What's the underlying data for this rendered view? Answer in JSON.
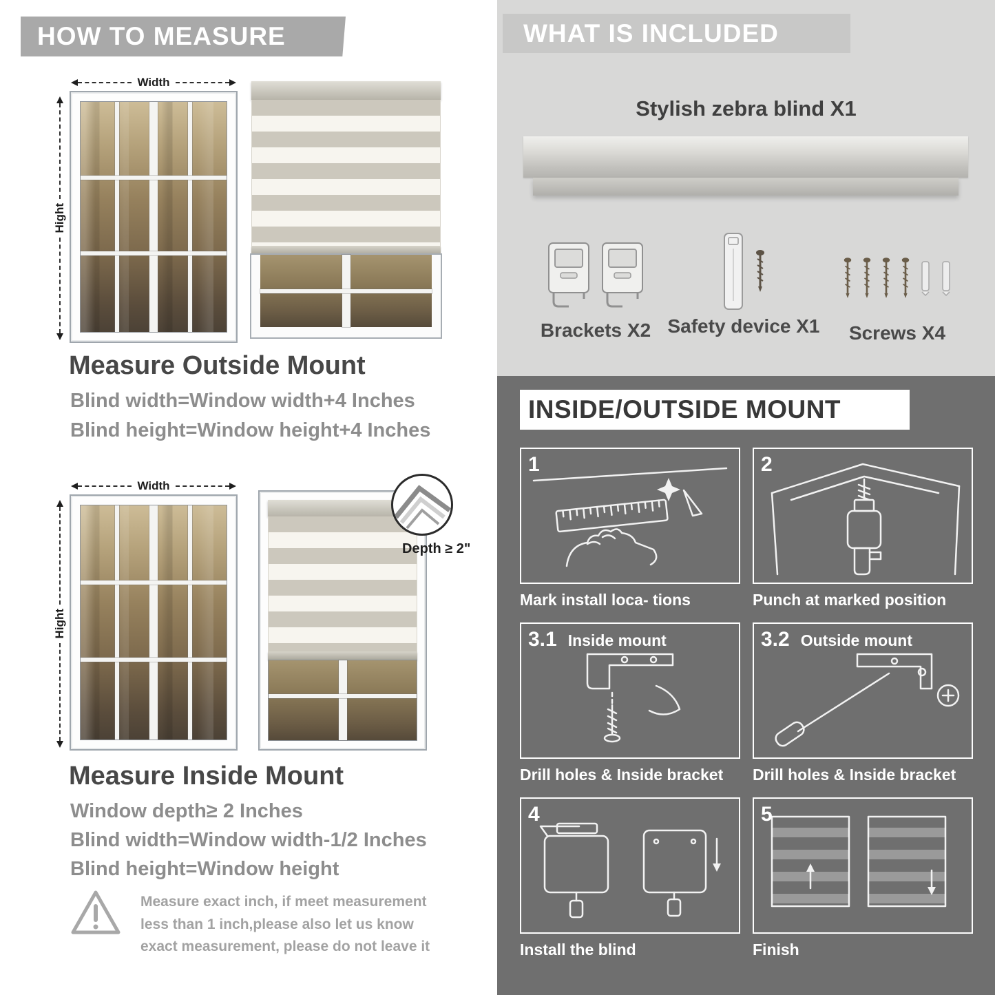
{
  "left": {
    "banner": "HOW TO MEASURE",
    "outside": {
      "width_label": "Width",
      "height_label": "Hight",
      "heading": "Measure Outside Mount",
      "lines": [
        "Blind width=Window width+4 Inches",
        "Blind height=Window height+4 Inches"
      ]
    },
    "inside": {
      "width_label": "Width",
      "height_label": "Hight",
      "depth_callout": "Depth ≥ 2\"",
      "heading": "Measure Inside Mount",
      "lines": [
        "Window depth≥ 2 Inches",
        "Blind width=Window width-1/2 Inches",
        "Blind height=Window height"
      ]
    },
    "warning_note": "Measure exact inch, if meet measurement less than 1 inch,please also let us know exact measurement, please do not leave it"
  },
  "included": {
    "banner": "WHAT IS INCLUDED",
    "product_title": "Stylish zebra blind X1",
    "parts": [
      {
        "name": "brackets",
        "label": "Brackets X2"
      },
      {
        "name": "safety-device",
        "label": "Safety device X1"
      },
      {
        "name": "screws",
        "label": "Screws X4"
      }
    ]
  },
  "mount": {
    "banner": "INSIDE/OUTSIDE MOUNT",
    "steps": [
      {
        "num": "1",
        "title": "",
        "caption": "Mark install loca- tions"
      },
      {
        "num": "2",
        "title": "",
        "caption": "Punch at  marked position"
      },
      {
        "num": "3.1",
        "title": "Inside mount",
        "caption": "Drill holes &  Inside bracket"
      },
      {
        "num": "3.2",
        "title": "Outside mount",
        "caption": "Drill holes &  Inside bracket"
      },
      {
        "num": "4",
        "title": "",
        "caption": "Install the blind"
      },
      {
        "num": "5",
        "title": "",
        "caption": "Finish"
      }
    ]
  }
}
